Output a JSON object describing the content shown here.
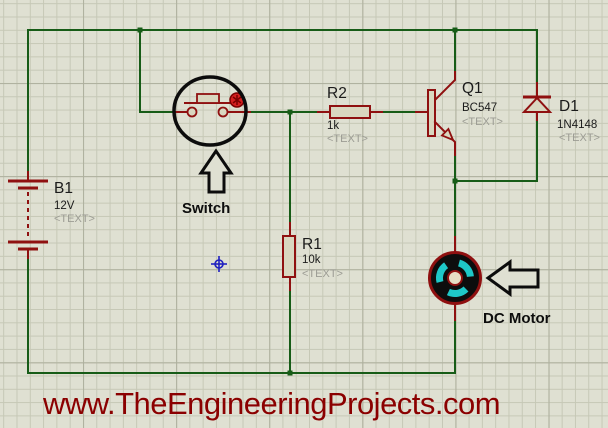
{
  "colors": {
    "bg": "#dfe0d2",
    "grid_minor": "#c6c8b6",
    "grid_major": "#adaf9d",
    "wire": "#175c17",
    "pinred": "#8f1010",
    "bodyfill": "#d9d7c0",
    "cyan": "#1ec8c8",
    "grey": "#9c9c94",
    "maroon": "#8b0000",
    "marker": "#2020c0",
    "operate_red": "#d42020"
  },
  "schematic": {
    "components": {
      "battery": {
        "ref": "B1",
        "value": "12V",
        "placeholder": "<TEXT>"
      },
      "r2": {
        "ref": "R2",
        "value": "1k",
        "placeholder": "<TEXT>"
      },
      "r1": {
        "ref": "R1",
        "value": "10k",
        "placeholder": "<TEXT>"
      },
      "q1": {
        "ref": "Q1",
        "value": "BC547",
        "placeholder": "<TEXT>"
      },
      "d1": {
        "ref": "D1",
        "value": "1N4148",
        "placeholder": "<TEXT>"
      }
    },
    "annotations": {
      "switch_label": "Switch",
      "motor_label": "DC Motor"
    },
    "watermark": "www.TheEngineeringProjects.com"
  }
}
